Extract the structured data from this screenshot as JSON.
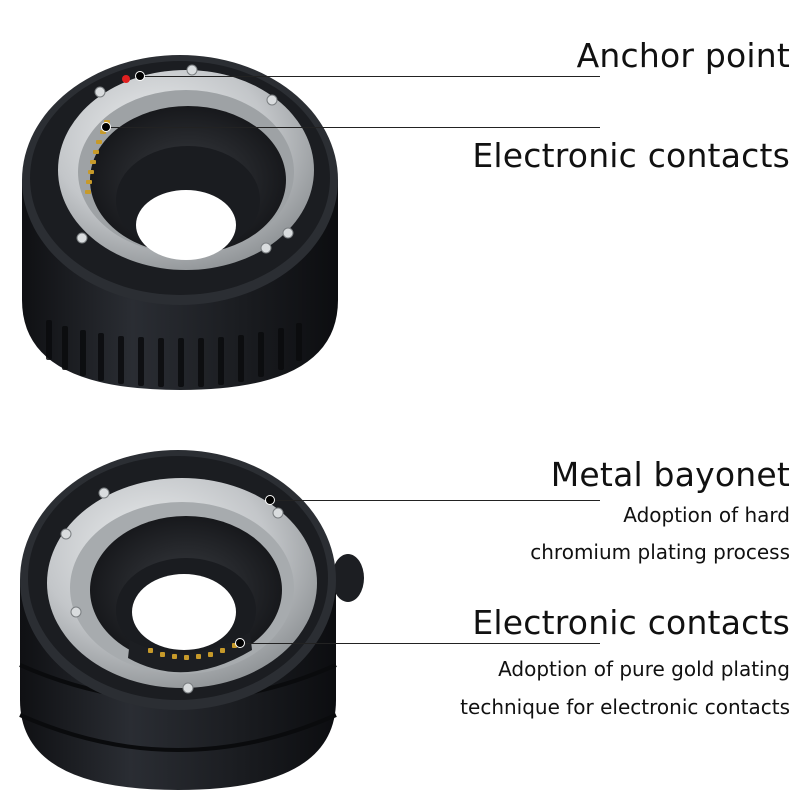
{
  "labels": {
    "anchor_point": "Anchor point",
    "electronic_contacts_top": "Electronic contacts",
    "metal_bayonet": "Metal bayonet",
    "metal_bayonet_desc_1": "Adoption of hard",
    "metal_bayonet_desc_2": "chromium plating process",
    "electronic_contacts_bottom": "Electronic contacts",
    "contacts_desc_1": "Adoption of pure gold plating",
    "contacts_desc_2": "technique for electronic contacts"
  },
  "colors": {
    "ring_body": "#1e2024",
    "metal_mount": "#c9ccce",
    "gold_contacts": "#c79a2a",
    "red_dot": "#e02020"
  }
}
